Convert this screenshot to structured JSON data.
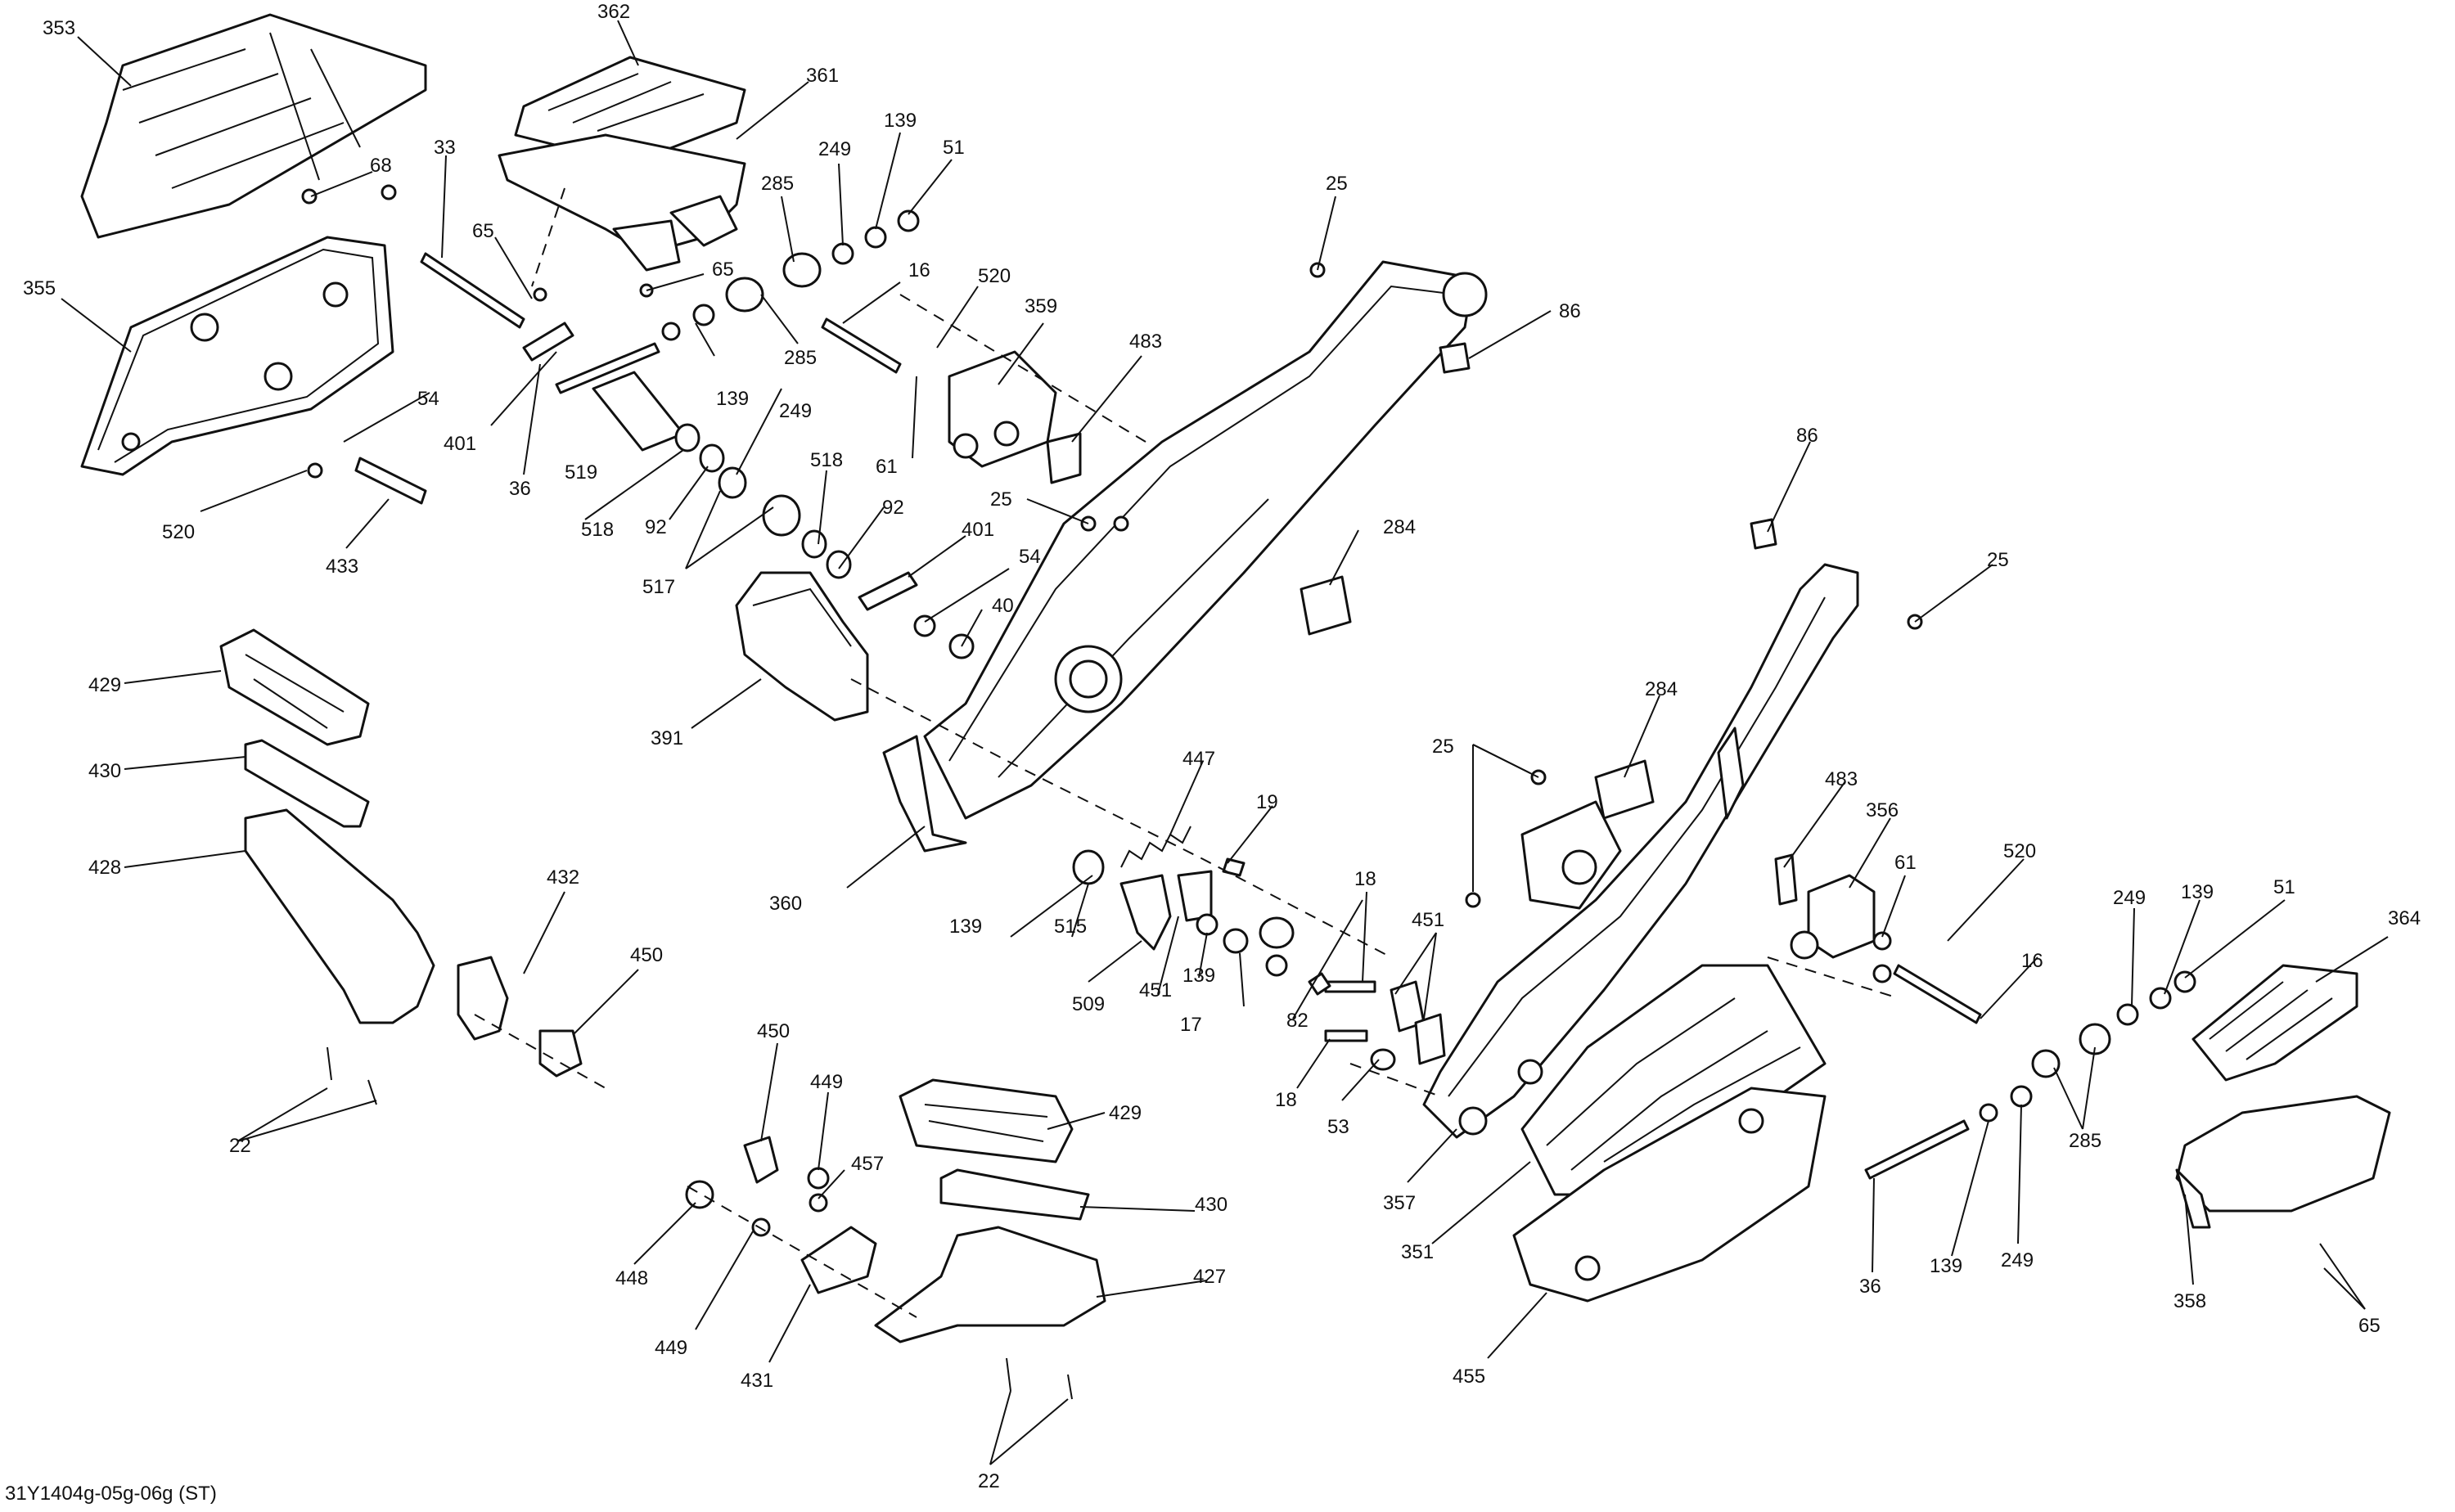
{
  "diagram_code": "31Y1404g-05g-06g (ST)",
  "callouts": [
    {
      "id": "c353a",
      "text": "353"
    },
    {
      "id": "c362",
      "text": "362"
    },
    {
      "id": "c361",
      "text": "361"
    },
    {
      "id": "c68",
      "text": "68"
    },
    {
      "id": "c33",
      "text": "33"
    },
    {
      "id": "c65a",
      "text": "65"
    },
    {
      "id": "c65b",
      "text": "65"
    },
    {
      "id": "c285a",
      "text": "285"
    },
    {
      "id": "c249a",
      "text": "249"
    },
    {
      "id": "c139a",
      "text": "139"
    },
    {
      "id": "c51a",
      "text": "51"
    },
    {
      "id": "c25a",
      "text": "25"
    },
    {
      "id": "c355",
      "text": "355"
    },
    {
      "id": "c16a",
      "text": "16"
    },
    {
      "id": "c520a",
      "text": "520"
    },
    {
      "id": "c359",
      "text": "359"
    },
    {
      "id": "c86a",
      "text": "86"
    },
    {
      "id": "c483a",
      "text": "483"
    },
    {
      "id": "c285b",
      "text": "285"
    },
    {
      "id": "c139b",
      "text": "139"
    },
    {
      "id": "c249b",
      "text": "249"
    },
    {
      "id": "c54a",
      "text": "54"
    },
    {
      "id": "c401a",
      "text": "401"
    },
    {
      "id": "c36a",
      "text": "36"
    },
    {
      "id": "c519",
      "text": "519"
    },
    {
      "id": "c61a",
      "text": "61"
    },
    {
      "id": "c520b",
      "text": "520"
    },
    {
      "id": "c433",
      "text": "433"
    },
    {
      "id": "c518a",
      "text": "518"
    },
    {
      "id": "c518b",
      "text": "518"
    },
    {
      "id": "c92a",
      "text": "92"
    },
    {
      "id": "c92b",
      "text": "92"
    },
    {
      "id": "c25b",
      "text": "25"
    },
    {
      "id": "c86b",
      "text": "86"
    },
    {
      "id": "c401b",
      "text": "401"
    },
    {
      "id": "c284a",
      "text": "284"
    },
    {
      "id": "c517",
      "text": "517"
    },
    {
      "id": "c54b",
      "text": "54"
    },
    {
      "id": "c25c",
      "text": "25"
    },
    {
      "id": "c40",
      "text": "40"
    },
    {
      "id": "c429a",
      "text": "429"
    },
    {
      "id": "c391",
      "text": "391"
    },
    {
      "id": "c284b",
      "text": "284"
    },
    {
      "id": "c430a",
      "text": "430"
    },
    {
      "id": "c447",
      "text": "447"
    },
    {
      "id": "c25d",
      "text": "25"
    },
    {
      "id": "c483b",
      "text": "483"
    },
    {
      "id": "c19",
      "text": "19"
    },
    {
      "id": "c356",
      "text": "356"
    },
    {
      "id": "c428",
      "text": "428"
    },
    {
      "id": "c360",
      "text": "360"
    },
    {
      "id": "c520c",
      "text": "520"
    },
    {
      "id": "c18a",
      "text": "18"
    },
    {
      "id": "c61b",
      "text": "61"
    },
    {
      "id": "c432",
      "text": "432"
    },
    {
      "id": "c451a",
      "text": "451"
    },
    {
      "id": "c249c",
      "text": "249"
    },
    {
      "id": "c139c",
      "text": "139"
    },
    {
      "id": "c51b",
      "text": "51"
    },
    {
      "id": "c139d",
      "text": "139"
    },
    {
      "id": "c515",
      "text": "515"
    },
    {
      "id": "c16b",
      "text": "16"
    },
    {
      "id": "c364",
      "text": "364"
    },
    {
      "id": "c450a",
      "text": "450"
    },
    {
      "id": "c139e",
      "text": "139"
    },
    {
      "id": "c509",
      "text": "509"
    },
    {
      "id": "c451b",
      "text": "451"
    },
    {
      "id": "c82",
      "text": "82"
    },
    {
      "id": "c17",
      "text": "17"
    },
    {
      "id": "c450b",
      "text": "450"
    },
    {
      "id": "c449a",
      "text": "449"
    },
    {
      "id": "c18b",
      "text": "18"
    },
    {
      "id": "c429b",
      "text": "429"
    },
    {
      "id": "c53",
      "text": "53"
    },
    {
      "id": "c22a",
      "text": "22"
    },
    {
      "id": "c457",
      "text": "457"
    },
    {
      "id": "c285c",
      "text": "285"
    },
    {
      "id": "c357",
      "text": "357"
    },
    {
      "id": "c430b",
      "text": "430"
    },
    {
      "id": "c351",
      "text": "351"
    },
    {
      "id": "c448",
      "text": "448"
    },
    {
      "id": "c427",
      "text": "427"
    },
    {
      "id": "c36b",
      "text": "36"
    },
    {
      "id": "c139f",
      "text": "139"
    },
    {
      "id": "c249d",
      "text": "249"
    },
    {
      "id": "c358",
      "text": "358"
    },
    {
      "id": "c65c",
      "text": "65"
    },
    {
      "id": "c449b",
      "text": "449"
    },
    {
      "id": "c455",
      "text": "455"
    },
    {
      "id": "c431",
      "text": "431"
    },
    {
      "id": "c22b",
      "text": "22"
    }
  ]
}
